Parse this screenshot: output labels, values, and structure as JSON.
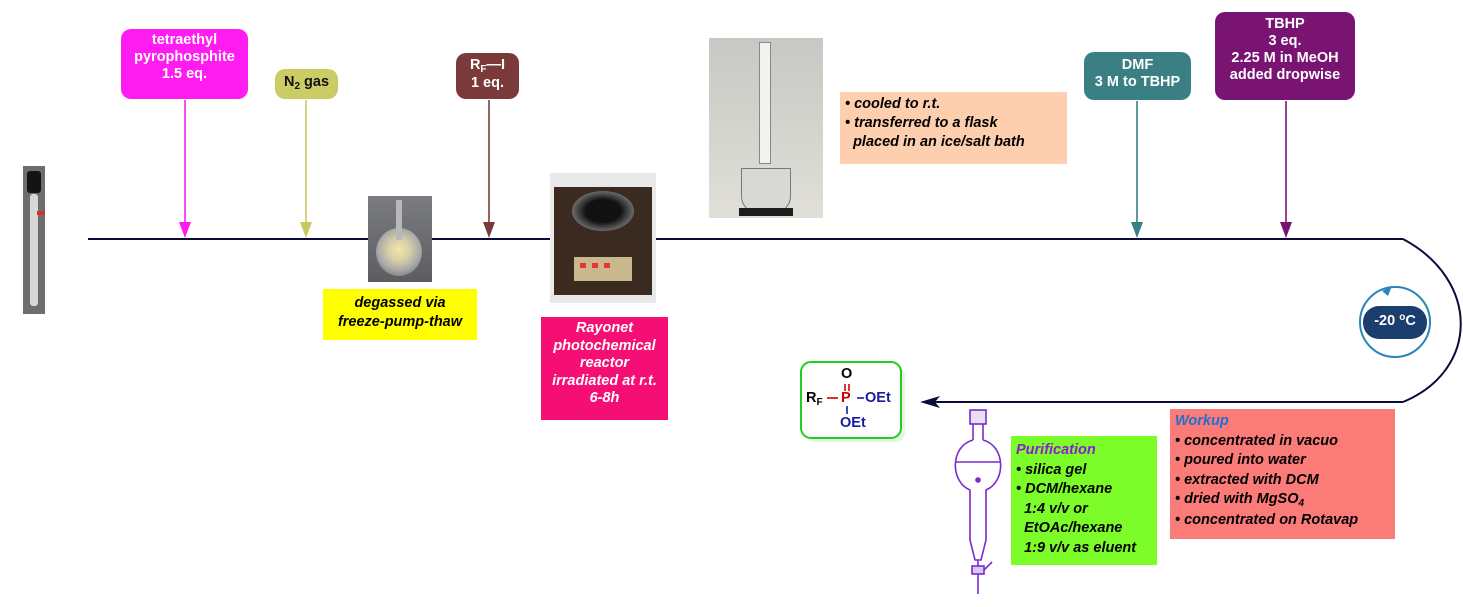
{
  "reagents": {
    "phosphite": {
      "line1": "tetraethyl",
      "line2": "pyrophosphite",
      "line3": "1.5 eq."
    },
    "nitrogen": {
      "symbol": "N",
      "subscript": "2",
      "suffix": " gas"
    },
    "rfi": {
      "r": "R",
      "subscript": "F",
      "suffix": "—I",
      "line2": "1 eq."
    },
    "dmf": {
      "line1": "DMF",
      "line2": "3 M to TBHP"
    },
    "tbhp": {
      "line1": "TBHP",
      "line2": "3 eq.",
      "line3": "2.25 M in MeOH",
      "line4": "added dropwise"
    }
  },
  "notes": {
    "degas": {
      "line1": "degassed via",
      "line2": "freeze-pump-thaw"
    },
    "cool": [
      "cooled to r.t.",
      "transferred to a flask",
      "placed in an ice/salt bath"
    ],
    "reactor": {
      "line1": "Rayonet",
      "line2": "photochemical",
      "line3": "reactor",
      "line4": "irradiated at r.t.",
      "line5": "6-8h"
    },
    "purification": {
      "title": "Purification",
      "items": [
        "silica gel",
        "DCM/hexane",
        "1:4 v/v or",
        "EtOAc/hexane",
        "1:9 v/v as eluent"
      ]
    },
    "workup": {
      "title": "Workup",
      "items": [
        "concentrated in vacuo",
        " poured into water",
        " extracted with DCM",
        "dried with MgSO",
        "concentrated on Rotavap"
      ],
      "mgso4_subscript": "4"
    }
  },
  "temperature": {
    "value": "-20",
    "unit_sup": "o",
    "unit": "C"
  },
  "product": {
    "rf": "R",
    "rf_sub": "F",
    "o": "O",
    "p": "P",
    "oet_right": "OEt",
    "oet_bottom": "OEt"
  },
  "colors": {
    "line": "#0b0b3a",
    "pink": "#ff1cf0",
    "olive": "#cccc66",
    "brown": "#7b3a3a",
    "teal": "#3a7f83",
    "purple": "#7a1473",
    "temp": "#1a3f6e",
    "temp_ring": "#2a86b8"
  }
}
